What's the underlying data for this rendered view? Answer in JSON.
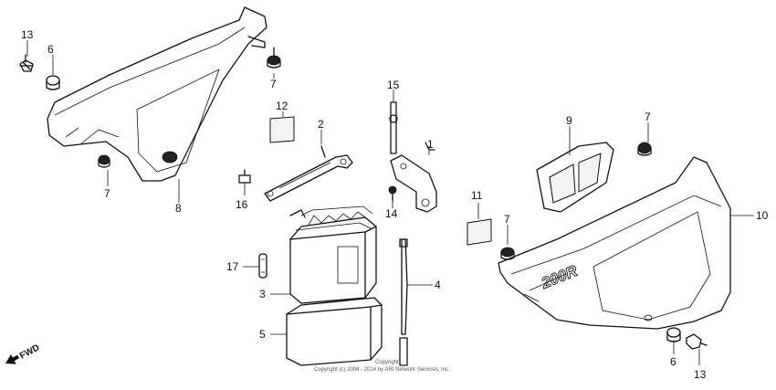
{
  "diagram": {
    "callouts": [
      {
        "id": "c13a",
        "label": "13"
      },
      {
        "id": "c6a",
        "label": "6"
      },
      {
        "id": "c7a",
        "label": "7"
      },
      {
        "id": "c7b",
        "label": "7"
      },
      {
        "id": "c8",
        "label": "8"
      },
      {
        "id": "c12",
        "label": "12"
      },
      {
        "id": "c2",
        "label": "2"
      },
      {
        "id": "c16",
        "label": "16"
      },
      {
        "id": "c15",
        "label": "15"
      },
      {
        "id": "c1",
        "label": "1"
      },
      {
        "id": "c14",
        "label": "14"
      },
      {
        "id": "c17",
        "label": "17"
      },
      {
        "id": "c3",
        "label": "3"
      },
      {
        "id": "c4",
        "label": "4"
      },
      {
        "id": "c5",
        "label": "5"
      },
      {
        "id": "c9",
        "label": "9"
      },
      {
        "id": "c7c",
        "label": "7"
      },
      {
        "id": "c10",
        "label": "10"
      },
      {
        "id": "c11",
        "label": "11"
      },
      {
        "id": "c7d",
        "label": "7"
      },
      {
        "id": "c6b",
        "label": "6"
      },
      {
        "id": "c13b",
        "label": "13"
      }
    ],
    "direction_label": "FWD",
    "cover_decal": "200R",
    "copyright_line1": "Copyright",
    "copyright_line2": "Copyright (c) 2004 - 2014 by ARI Network Services, Inc."
  }
}
